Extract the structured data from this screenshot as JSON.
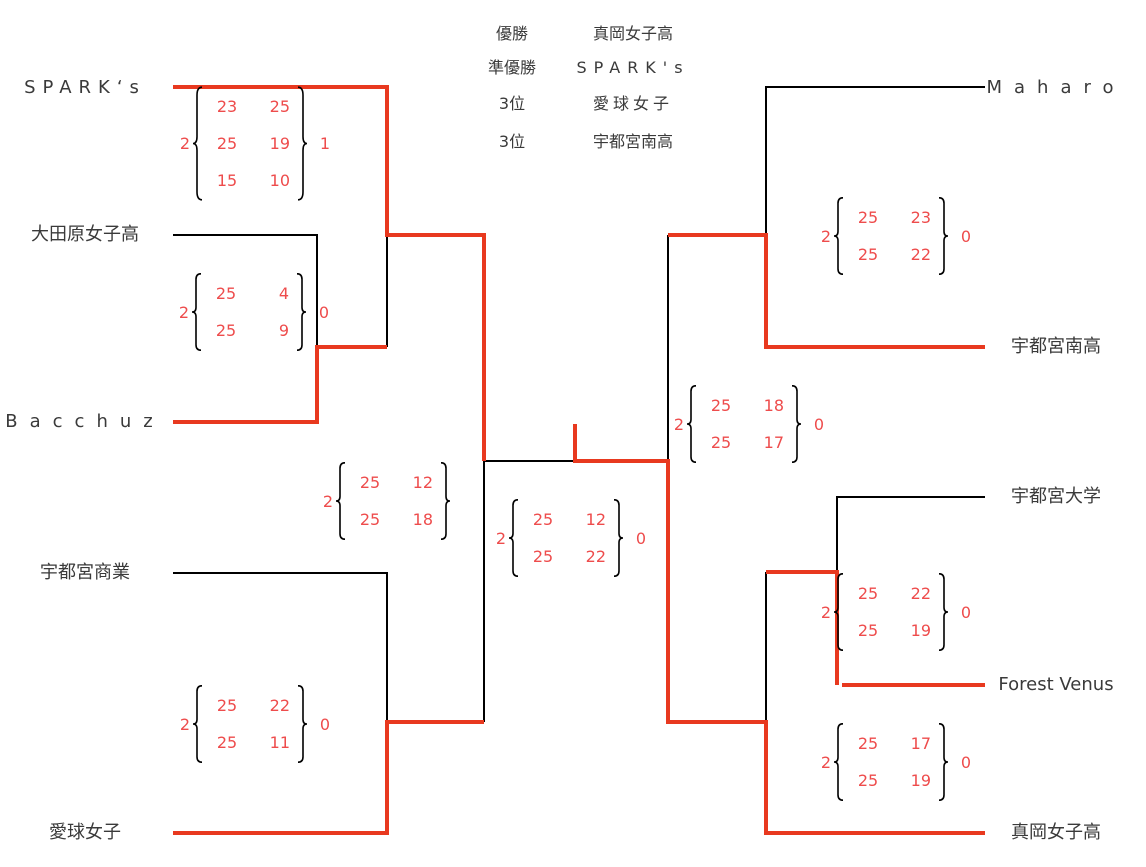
{
  "results": [
    {
      "rank": "優勝",
      "team": "真岡女子高"
    },
    {
      "rank": "準優勝",
      "team": "SPARK's"
    },
    {
      "rank": "3位",
      "team": "愛球女子"
    },
    {
      "rank": "3位",
      "team": "宇都宮南高"
    }
  ],
  "teams_left": [
    "SPARK‘s",
    "大田原女子高",
    "Bacchuz",
    "宇都宮商業",
    "愛球女子"
  ],
  "teams_right": [
    "Maharo",
    "宇都宮南高",
    "宇都宮大学",
    "Forest Venus",
    "真岡女子高"
  ],
  "colors": {
    "winner_line": "#e8391f",
    "line": "#000000",
    "score": "#ee4c4c"
  },
  "matches": [
    {
      "id": "m1",
      "left": "2",
      "sets": [
        [
          "23",
          "25"
        ],
        [
          "25",
          "19"
        ],
        [
          "15",
          "10"
        ]
      ],
      "right": "1"
    },
    {
      "id": "m2",
      "left": "2",
      "sets": [
        [
          "25",
          "4"
        ],
        [
          "25",
          "9"
        ]
      ],
      "right": "0"
    },
    {
      "id": "m3",
      "left": "2",
      "sets": [
        [
          "25",
          "12"
        ],
        [
          "25",
          "18"
        ]
      ],
      "right": null
    },
    {
      "id": "m4",
      "left": "2",
      "sets": [
        [
          "25",
          "22"
        ],
        [
          "25",
          "11"
        ]
      ],
      "right": "0"
    },
    {
      "id": "m5",
      "left": "2",
      "sets": [
        [
          "25",
          "12"
        ],
        [
          "25",
          "22"
        ]
      ],
      "right": "0"
    },
    {
      "id": "m6",
      "left": "2",
      "sets": [
        [
          "25",
          "23"
        ],
        [
          "25",
          "22"
        ]
      ],
      "right": "0"
    },
    {
      "id": "m7",
      "left": "2",
      "sets": [
        [
          "25",
          "18"
        ],
        [
          "25",
          "17"
        ]
      ],
      "right": "0"
    },
    {
      "id": "m8",
      "left": "2",
      "sets": [
        [
          "25",
          "22"
        ],
        [
          "25",
          "19"
        ]
      ],
      "right": "0"
    },
    {
      "id": "m9",
      "left": "2",
      "sets": [
        [
          "25",
          "17"
        ],
        [
          "25",
          "19"
        ]
      ],
      "right": "0"
    }
  ]
}
